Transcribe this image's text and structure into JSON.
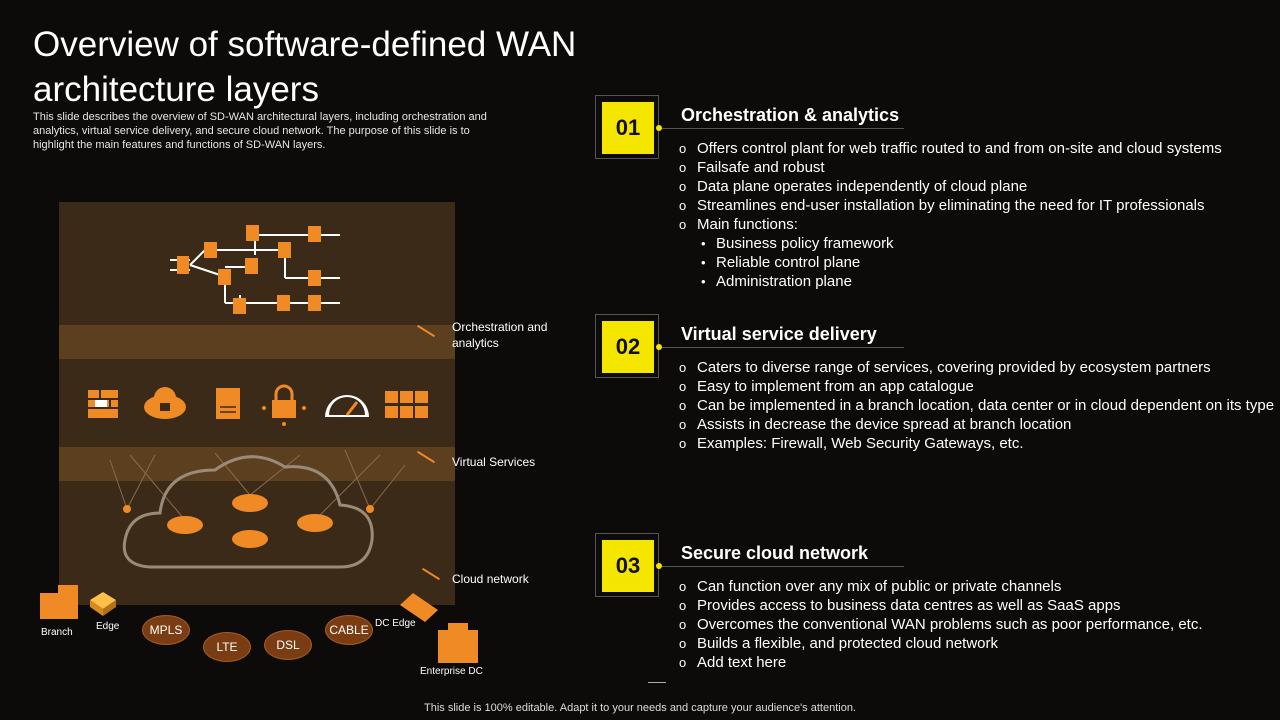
{
  "title": "Overview of software-defined WAN architecture layers",
  "subtitle": "This slide describes the overview of SD-WAN architectural layers, including orchestration and analytics, virtual service delivery, and secure cloud network. The purpose of this slide is to highlight the main features and functions of SD-WAN layers.",
  "diagram": {
    "layers": [
      {
        "label": "Orchestration and analytics"
      },
      {
        "label": "Virtual Services"
      },
      {
        "label": "Cloud network"
      }
    ],
    "sites": {
      "branch": "Branch",
      "edge": "Edge",
      "dc_edge": "DC Edge",
      "enterprise_dc": "Enterprise DC"
    },
    "links": [
      "MPLS",
      "LTE",
      "DSL",
      "CABLE"
    ],
    "colors": {
      "accent": "#f08a24",
      "panel": "#3a2a17",
      "band": "#5c3f1e"
    }
  },
  "items": [
    {
      "number": "01",
      "title": "Orchestration & analytics",
      "bullets": [
        {
          "text": "Offers control plant for web traffic routed to and from on-site and cloud systems",
          "sub": false
        },
        {
          "text": "Failsafe and robust",
          "sub": false
        },
        {
          "text": "Data plane operates independently of cloud plane",
          "sub": false
        },
        {
          "text": "Streamlines end-user installation by eliminating the need for IT professionals",
          "sub": false
        },
        {
          "text": "Main functions:",
          "sub": false
        },
        {
          "text": "Business policy framework",
          "sub": true
        },
        {
          "text": "Reliable control plane",
          "sub": true
        },
        {
          "text": "Administration plane",
          "sub": true
        }
      ]
    },
    {
      "number": "02",
      "title": "Virtual service delivery",
      "bullets": [
        {
          "text": "Caters to diverse range of services, covering provided by ecosystem partners",
          "sub": false
        },
        {
          "text": "Easy to implement from an app catalogue",
          "sub": false
        },
        {
          "text": "Can be implemented in a branch location, data center or in cloud dependent on its type",
          "sub": false
        },
        {
          "text": "Assists in decrease the device spread at branch location",
          "sub": false
        },
        {
          "text": "Examples: Firewall, Web Security Gateways, etc.",
          "sub": false
        }
      ]
    },
    {
      "number": "03",
      "title": "Secure cloud network",
      "bullets": [
        {
          "text": "Can function over any mix of public or private channels",
          "sub": false
        },
        {
          "text": "Provides access to business data centres as well as SaaS apps",
          "sub": false
        },
        {
          "text": "Overcomes the conventional WAN problems such as poor performance, etc.",
          "sub": false
        },
        {
          "text": "Builds a flexible, and protected cloud network",
          "sub": false
        },
        {
          "text": "Add text here",
          "sub": false
        }
      ]
    }
  ],
  "bullet_glyphs": {
    "main": "o",
    "sub": "•"
  },
  "footer": "This slide is 100% editable. Adapt it to your needs and capture your audience's attention."
}
